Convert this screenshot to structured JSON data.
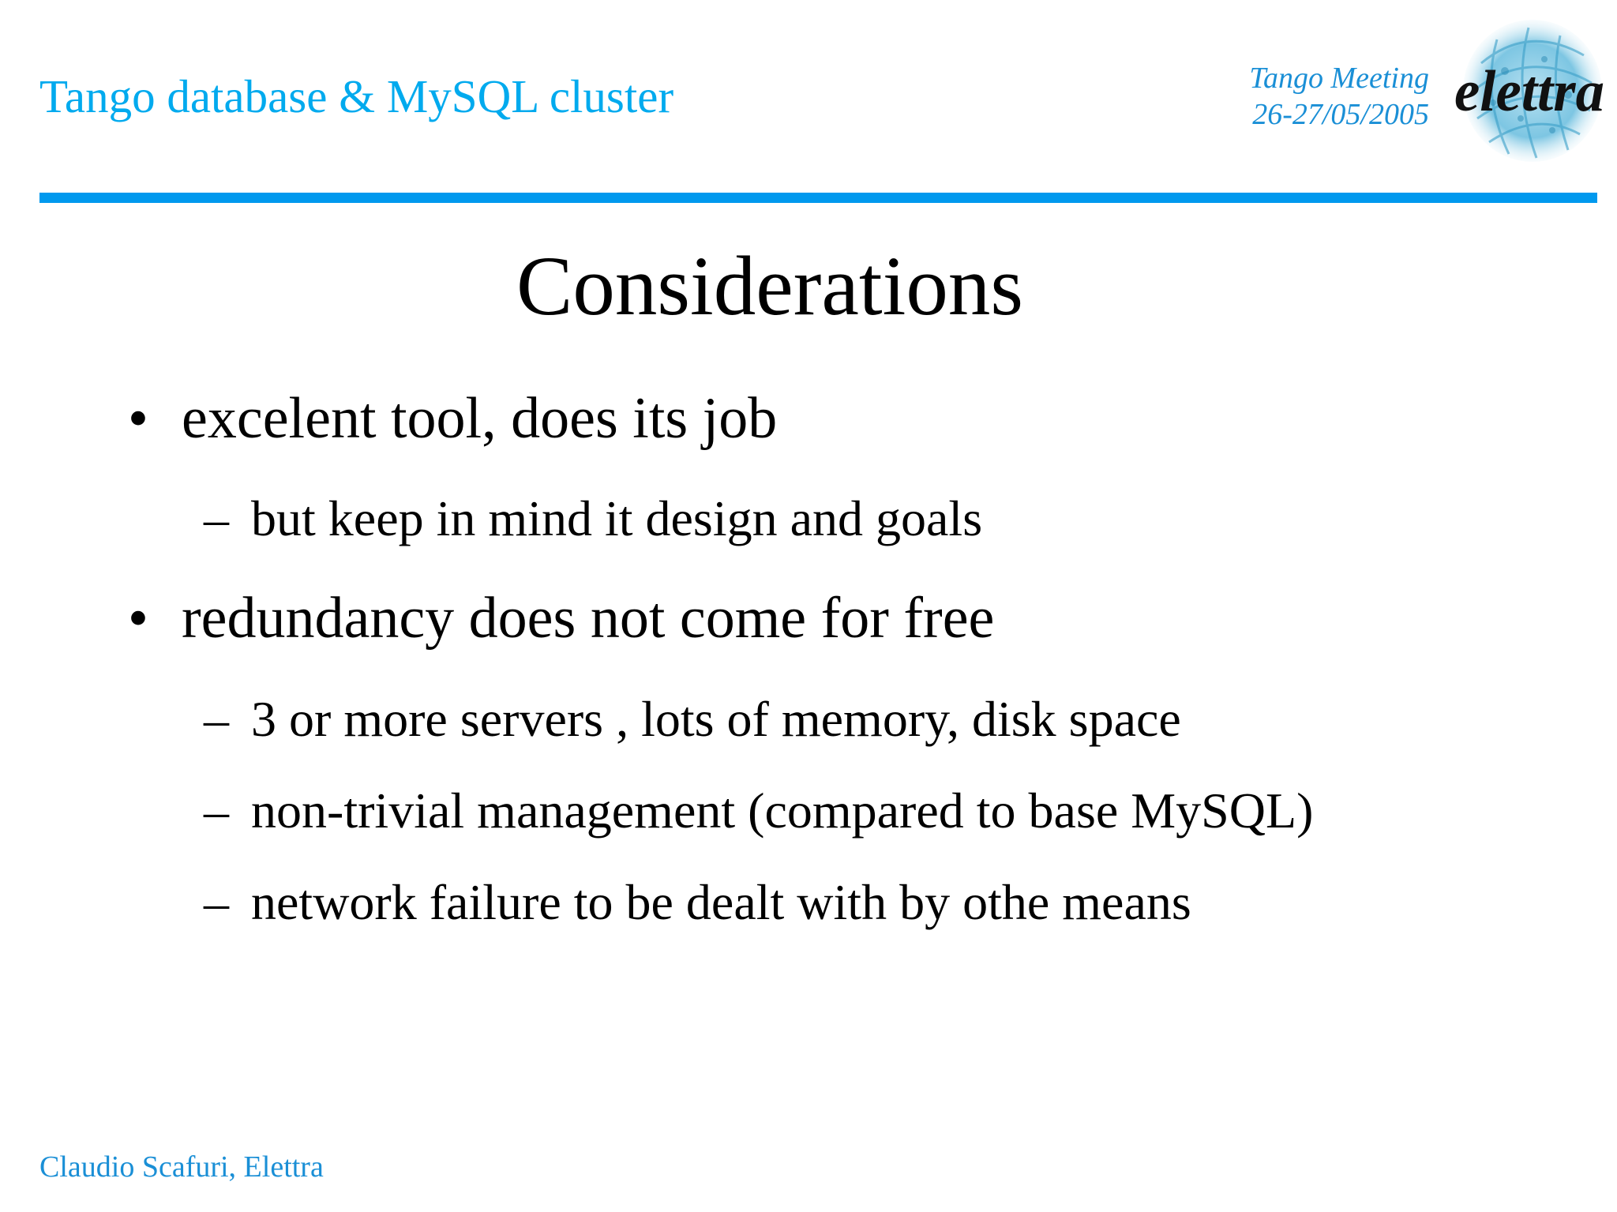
{
  "header": {
    "title": "Tango database & MySQL cluster",
    "meeting_line1": "Tango Meeting",
    "meeting_line2": "26-27/05/2005",
    "logo_text": "elettra"
  },
  "slide": {
    "title": "Considerations",
    "bullet_marker": "•",
    "sub_marker": "–",
    "items": [
      {
        "level": 1,
        "text": "excelent tool, does its job"
      },
      {
        "level": 2,
        "text": "but keep in mind it design and goals"
      },
      {
        "level": 1,
        "text": "redundancy does not come for free"
      },
      {
        "level": 2,
        "text": "3 or more servers , lots of memory, disk space"
      },
      {
        "level": 2,
        "text": "non-trivial management (compared to base MySQL)"
      },
      {
        "level": 2,
        "text": "network failure to be dealt with by othe means"
      }
    ]
  },
  "footer": {
    "author": "Claudio Scafuri, Elettra"
  },
  "colors": {
    "accent": "#0099ee",
    "header_text": "#00aaee",
    "meeting_text": "#1a8fd6",
    "body_text": "#000000"
  }
}
